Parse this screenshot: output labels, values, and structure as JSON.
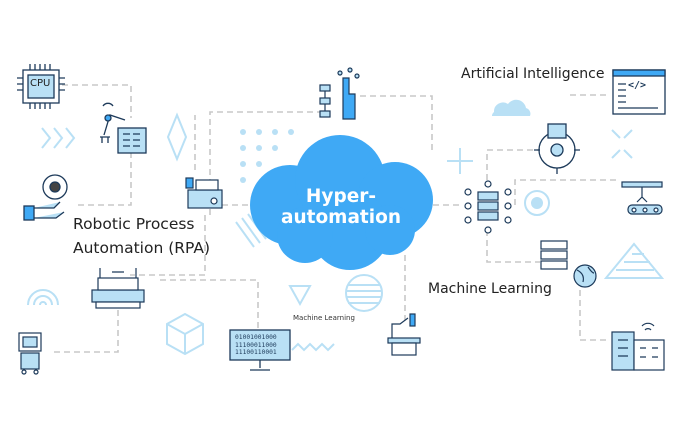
{
  "center": {
    "title": "Hyper-automation"
  },
  "labels": {
    "rpa_line1": "Robotic Process",
    "rpa_line2": "Automation (RPA)",
    "ai": "Artificial Intelligence",
    "ml": "Machine Learning",
    "ml_small": "Machine Learning"
  },
  "icons": {
    "cpu_text": "CPU",
    "code_text": "</>",
    "binary": [
      "01001001000",
      "11100011000",
      "11100110001"
    ]
  },
  "colors": {
    "cloud": "#3fa9f5",
    "line": "#c8c8c8",
    "accent": "#b9e0f5",
    "outline": "#1d3a5a"
  }
}
